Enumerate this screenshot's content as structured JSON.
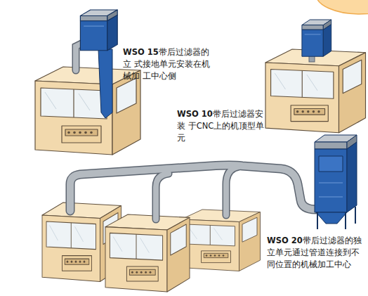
{
  "diagram": {
    "labels": [
      "WSO 15带后过滤器的立 式接地单元安装在机械加 工中心侧",
      "WSO 10带后过滤器安装 于CNC上的机顶型单元",
      "WSO 20带后过滤器的独 立单元通过管道连接到不 同位置的机械加工中心"
    ]
  }
}
